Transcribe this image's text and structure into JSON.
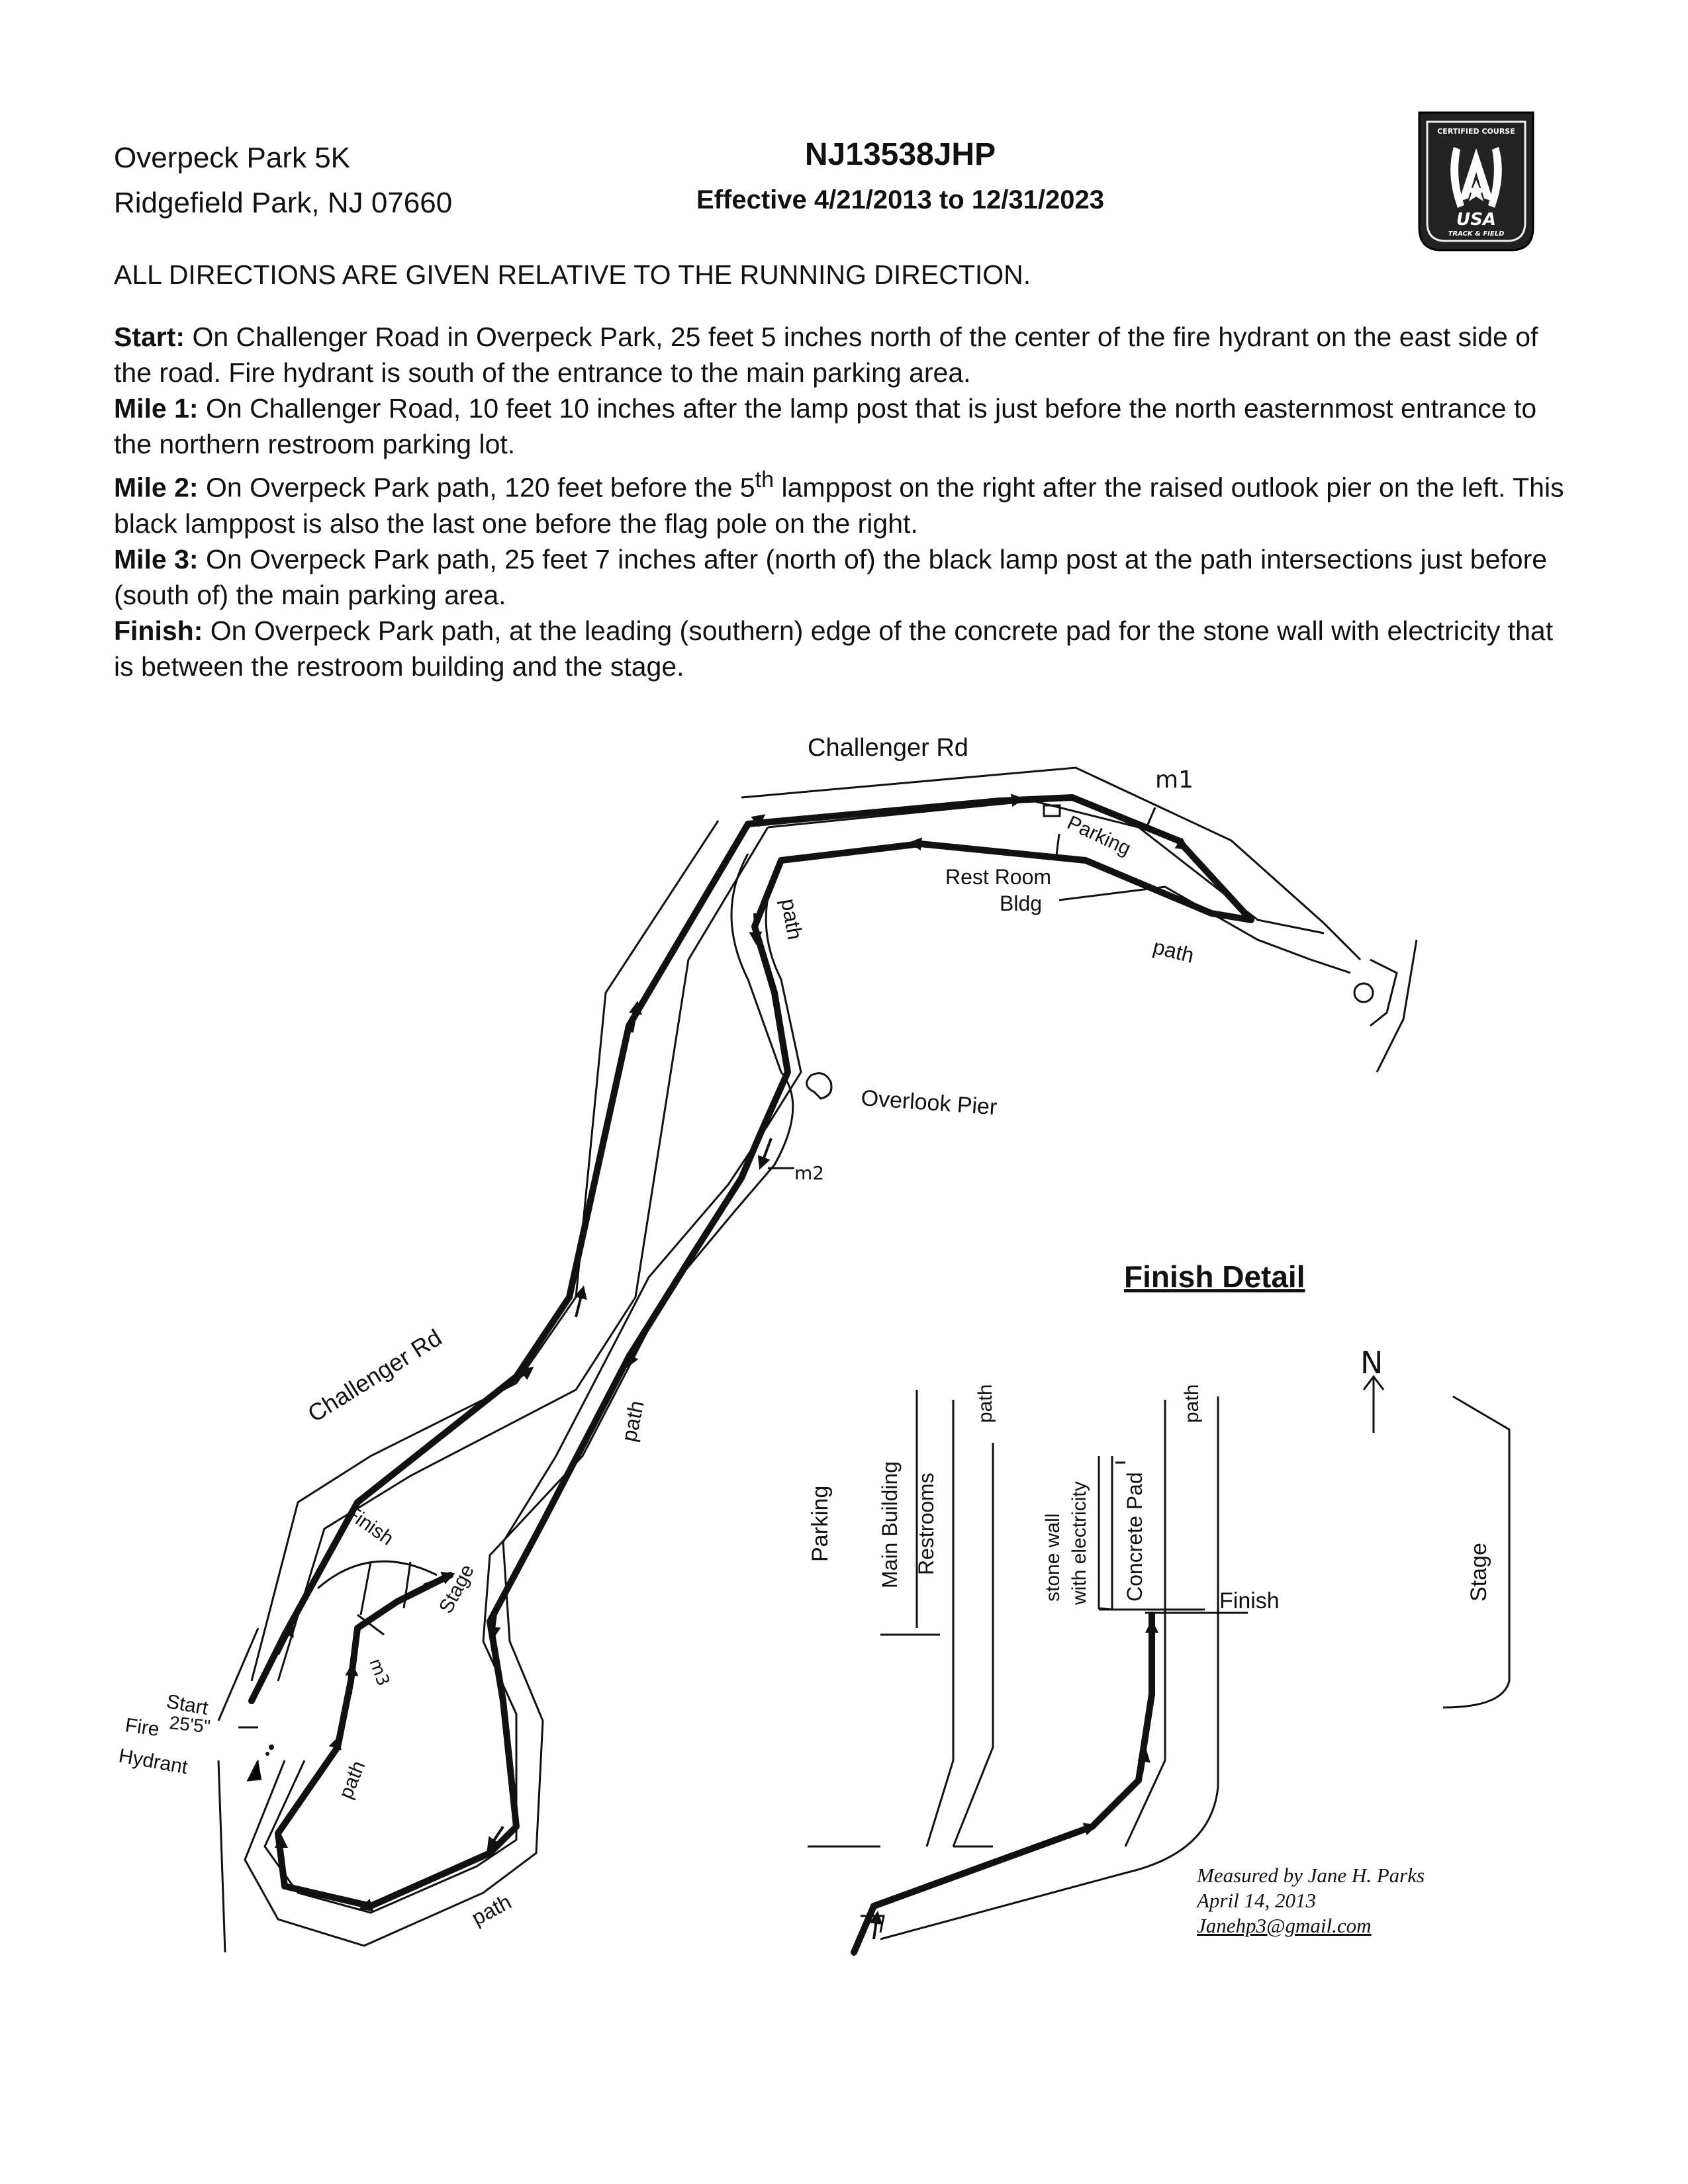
{
  "header": {
    "race_name": "Overpeck Park 5K",
    "location": "Ridgefield Park, NJ  07660",
    "course_code": "NJ13538JHP",
    "effective": "Effective 4/21/2013 to 12/31/2023",
    "badge_top": "CERTIFIED COURSE",
    "badge_main": "USA",
    "badge_sub": "TRACK & FIELD"
  },
  "directions": {
    "lead": "ALL DIRECTIONS ARE GIVEN RELATIVE TO THE RUNNING DIRECTION.",
    "start_label": "Start:",
    "start_text": " On Challenger Road in Overpeck Park, 25 feet 5 inches north of the center of the fire hydrant on the east side of the road.  Fire hydrant is south of the entrance to the main parking area.",
    "mile1_label": "Mile 1:",
    "mile1_text": " On Challenger Road, 10 feet 10 inches after the lamp post that is just before the north easternmost entrance to the northern restroom parking lot.",
    "mile2_label": "Mile 2:",
    "mile2_text_a": " On Overpeck Park path, 120 feet before the 5",
    "mile2_sup": "th",
    "mile2_text_b": " lamppost on the right after the raised outlook pier on the left.  This black lamppost is also the last one before the flag pole on the right.",
    "mile3_label": "Mile 3:",
    "mile3_text": " On Overpeck Park path, 25 feet 7 inches after (north of) the black lamp post at the path intersections just before (south of) the main parking area.",
    "finish_label": "Finish:",
    "finish_text": " On Overpeck Park path, at the leading (southern) edge of the concrete pad for the stone wall with electricity that is between the restroom building and the stage."
  },
  "map": {
    "road_top": "Challenger Rd",
    "road_left": "Challenger Rd",
    "m1": "m1",
    "m2": "m2",
    "m3": "m3",
    "parking": "Parking",
    "restroom": "Rest Room",
    "restroom_bldg": "Bldg",
    "path": "path",
    "overlook": "Overlook Pier",
    "finish": "Finish",
    "stage": "Stage",
    "start": "Start",
    "fire": "Fire",
    "start_offset": "25'5\"",
    "hydrant": "Hydrant"
  },
  "finish_detail": {
    "title": "Finish Detail",
    "north": "N",
    "parking": "Parking",
    "main_building": "Main Building",
    "restrooms": "Restrooms",
    "path": "path",
    "stone_wall": "stone wall",
    "with_electricity": "with electricity",
    "concrete_pad": "Concrete Pad",
    "finish": "Finish",
    "stage": "Stage"
  },
  "signature": {
    "measured_by": "Measured by Jane H. Parks",
    "date": "April 14, 2013",
    "email": "Janehp3@gmail.com"
  },
  "colors": {
    "ink": "#111111",
    "paper": "#ffffff",
    "badge": "#222222"
  }
}
